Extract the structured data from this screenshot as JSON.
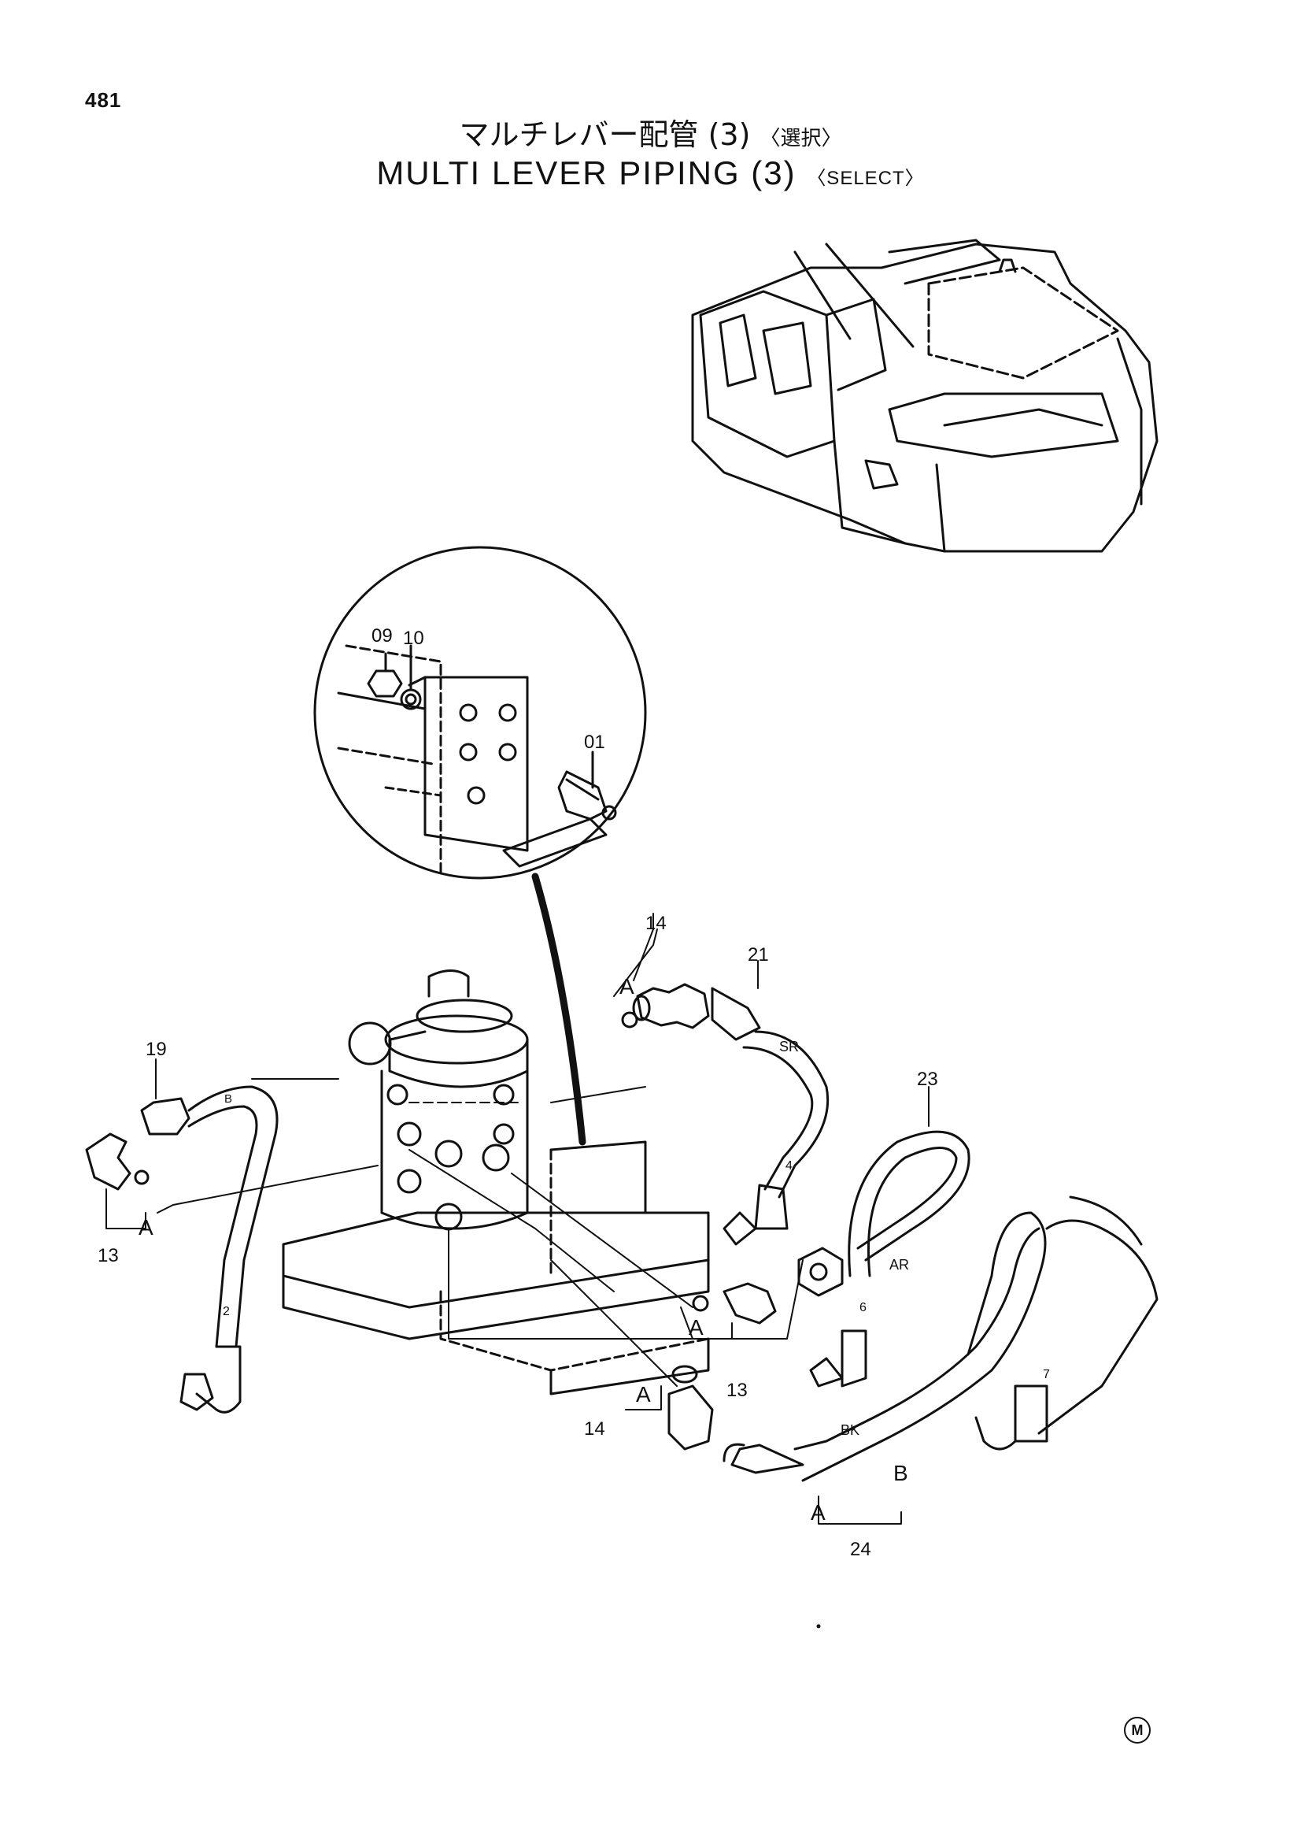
{
  "page_number": "481",
  "title": {
    "japanese": "マルチレバー配管 (3)",
    "japanese_select": "〈選択〉",
    "english": "MULTI LEVER PIPING (3)",
    "english_select": "〈SELECT〉"
  },
  "part_labels": {
    "p09": "09",
    "p10": "10",
    "p01": "01",
    "p14_top": "14",
    "p21": "21",
    "p19": "19",
    "p23": "23",
    "p13_left": "13",
    "p13_right": "13",
    "p14_bottom": "14",
    "p24": "24",
    "n2": "2",
    "n4": "4",
    "n6": "6",
    "n7": "7"
  },
  "hose_marks": {
    "sr": "SR",
    "ar": "AR",
    "bk": "BK",
    "b_small": "B"
  },
  "connection_marks": {
    "a_top": "A",
    "a_left": "A",
    "a_mid": "A",
    "a_bottom": "A",
    "a_24": "A",
    "b_24": "B"
  },
  "corner_mark": "M"
}
